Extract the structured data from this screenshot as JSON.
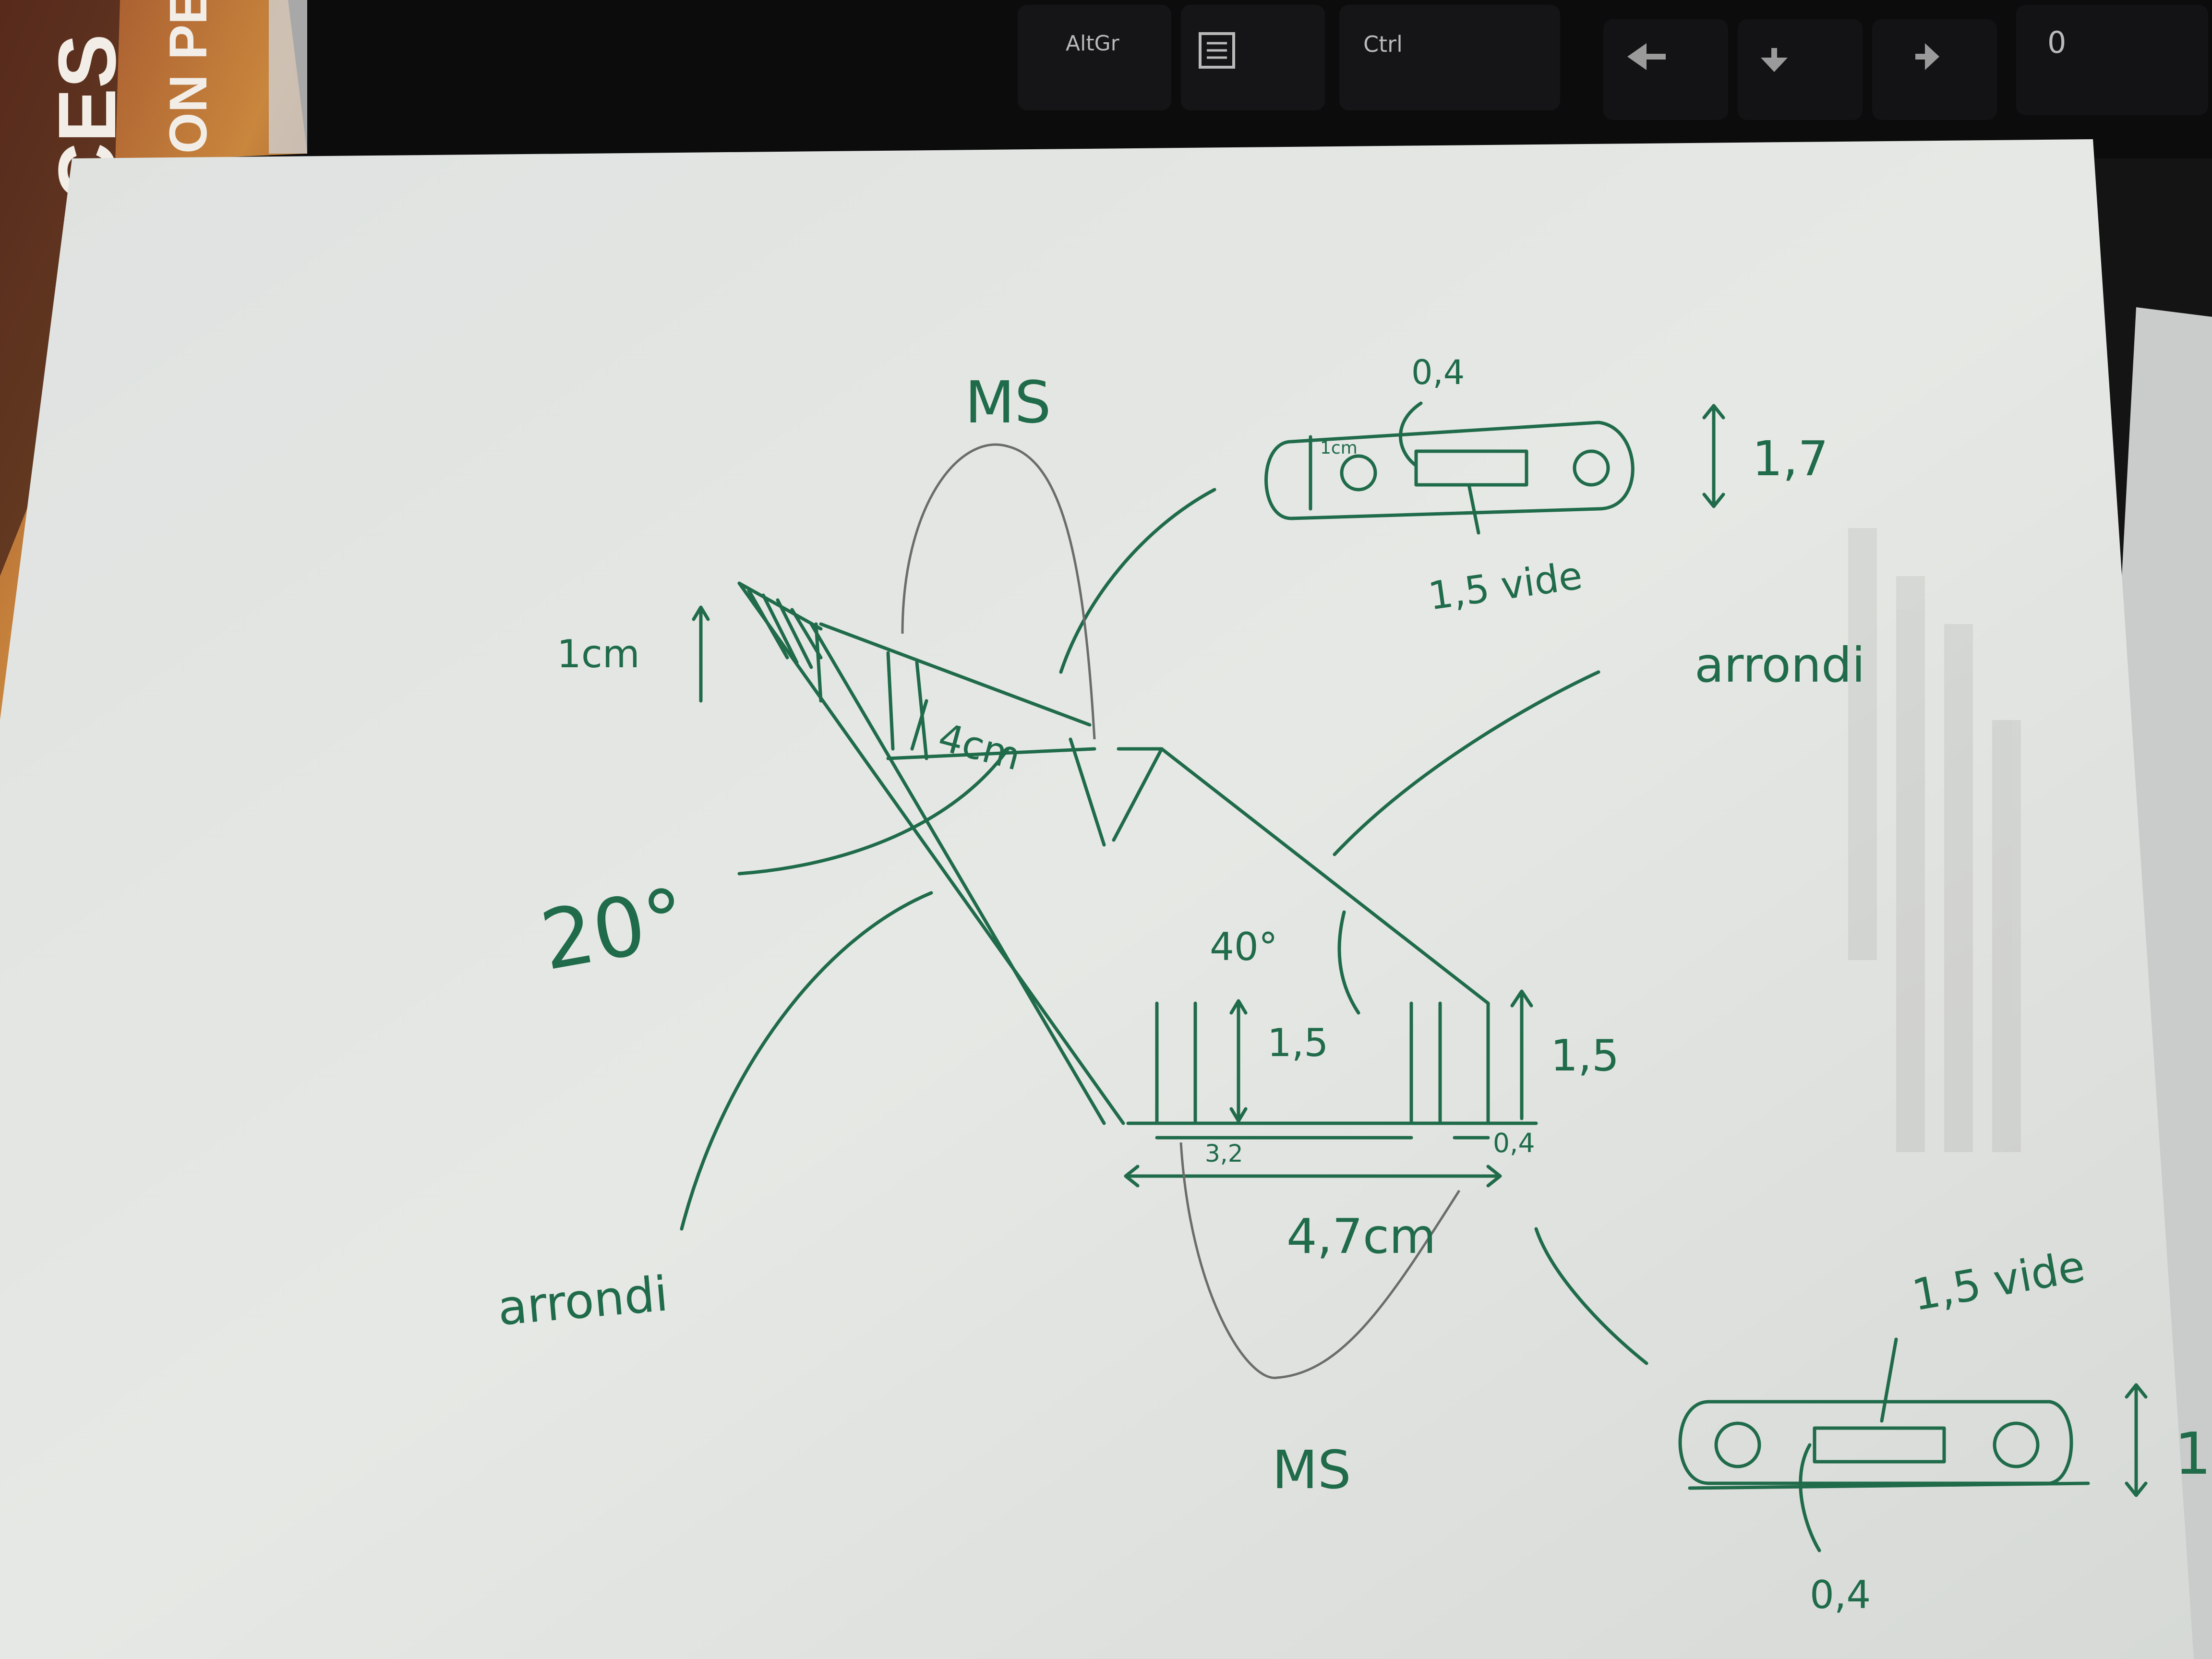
{
  "keyboard": {
    "keys": [
      "AltGr",
      "Ctrl",
      "0"
    ],
    "menu_key_icon": "menu-key-icon",
    "arrow_icons": [
      "arrow-left-icon",
      "arrow-down-icon",
      "arrow-right-icon"
    ]
  },
  "book": {
    "title_fragment": "CES",
    "subtitle_fragment": "ON PER"
  },
  "sketch": {
    "label_ms_top": "MS",
    "label_ms_bottom": "MS",
    "label_1cm": "1cm",
    "label_4cm": "4cm",
    "label_20deg": "20°",
    "label_40deg": "40°",
    "label_arrondi_left": "arrondi",
    "label_arrondi_right": "arrondi",
    "label_15_inner": "1,5",
    "label_15_right": "1,5",
    "label_32": "3,2",
    "label_04_base": "0,4",
    "label_47cm": "4,7cm",
    "top_detail": {
      "label_04": "0,4",
      "label_17": "1,7",
      "label_15_vide": "1,5 vide",
      "label_1cm_small": "1cm"
    },
    "bottom_detail": {
      "label_15_vide": "1,5 vide",
      "label_04": "0,4",
      "label_1": "1"
    }
  },
  "colors": {
    "ink": "#1f6b4a",
    "paper": "#e4e6e3",
    "desk": "#141414",
    "keycap_text": "#b9b9b9"
  }
}
